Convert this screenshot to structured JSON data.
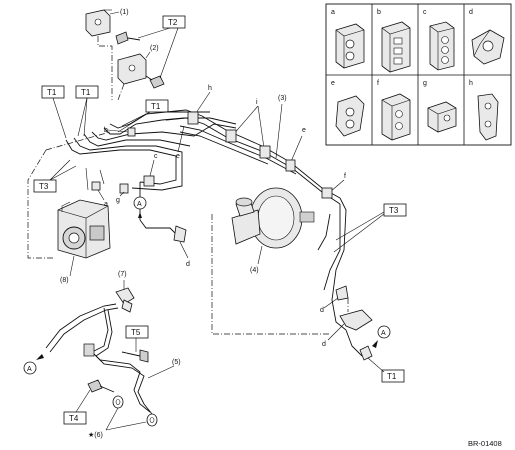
{
  "figure_code": "BR-01408",
  "torque_tags": {
    "T1": "T1",
    "T2": "T2",
    "T3": "T3",
    "T4": "T4",
    "T5": "T5"
  },
  "callouts": {
    "p1": "(1)",
    "p2": "(2)",
    "p3": "(3)",
    "p4": "(4)",
    "p5": "(5)",
    "p6": "(6)",
    "p7": "(7)",
    "p8": "(8)",
    "star_p6": "★(6)"
  },
  "letters": {
    "a": "a",
    "b": "b",
    "c": "c",
    "d": "d",
    "e": "e",
    "f": "f",
    "g": "g",
    "h": "h",
    "i": "i"
  },
  "connector_A": "A",
  "inset": {
    "cells": [
      "a",
      "b",
      "c",
      "d",
      "e",
      "f",
      "g",
      "h"
    ]
  }
}
